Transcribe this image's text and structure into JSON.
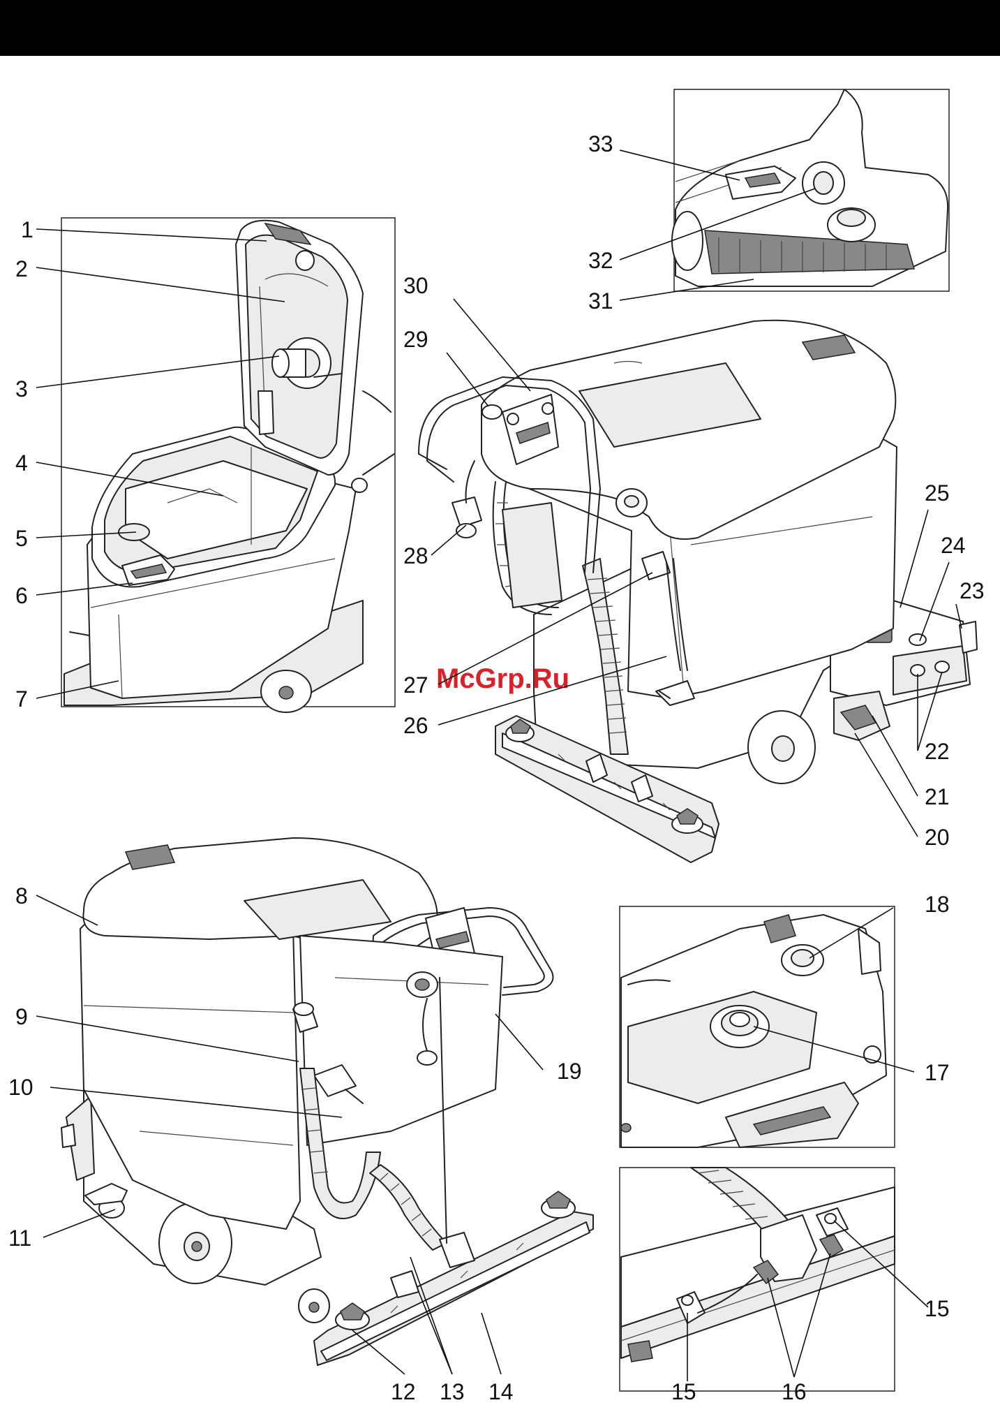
{
  "watermark": "McGrp.Ru",
  "callouts": [
    {
      "id": "1",
      "label": "1"
    },
    {
      "id": "2",
      "label": "2"
    },
    {
      "id": "3",
      "label": "3"
    },
    {
      "id": "4",
      "label": "4"
    },
    {
      "id": "5",
      "label": "5"
    },
    {
      "id": "6",
      "label": "6"
    },
    {
      "id": "7",
      "label": "7"
    },
    {
      "id": "8",
      "label": "8"
    },
    {
      "id": "9",
      "label": "9"
    },
    {
      "id": "10",
      "label": "10"
    },
    {
      "id": "11",
      "label": "11"
    },
    {
      "id": "12",
      "label": "12"
    },
    {
      "id": "13",
      "label": "13"
    },
    {
      "id": "14",
      "label": "14"
    },
    {
      "id": "15a",
      "label": "15"
    },
    {
      "id": "15b",
      "label": "15"
    },
    {
      "id": "16",
      "label": "16"
    },
    {
      "id": "17",
      "label": "17"
    },
    {
      "id": "18",
      "label": "18"
    },
    {
      "id": "19",
      "label": "19"
    },
    {
      "id": "20",
      "label": "20"
    },
    {
      "id": "21",
      "label": "21"
    },
    {
      "id": "22",
      "label": "22"
    },
    {
      "id": "23",
      "label": "23"
    },
    {
      "id": "24",
      "label": "24"
    },
    {
      "id": "25",
      "label": "25"
    },
    {
      "id": "26",
      "label": "26"
    },
    {
      "id": "27",
      "label": "27"
    },
    {
      "id": "28",
      "label": "28"
    },
    {
      "id": "29",
      "label": "29"
    },
    {
      "id": "30",
      "label": "30"
    },
    {
      "id": "31",
      "label": "31"
    },
    {
      "id": "32",
      "label": "32"
    },
    {
      "id": "33",
      "label": "33"
    }
  ]
}
